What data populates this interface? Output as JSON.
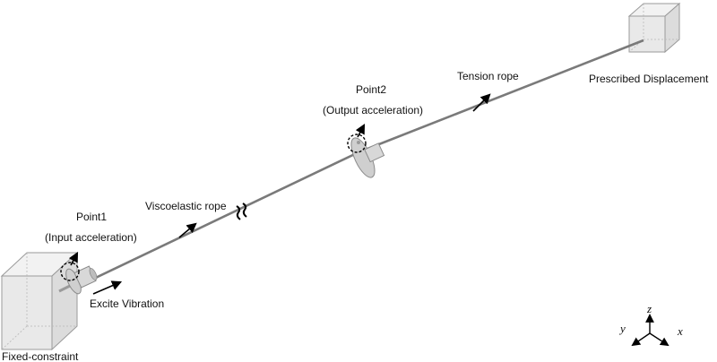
{
  "labels": {
    "point1": "Point1",
    "point1_sub": "(Input acceleration)",
    "point2": "Point2",
    "point2_sub": "(Output acceleration)",
    "viscoelastic": "Viscoelastic rope",
    "tension": "Tension rope",
    "prescribed": "Prescribed Displacement",
    "fixed": "Fixed-constraint",
    "excite": "Excite Vibration"
  },
  "axes": {
    "x": "x",
    "y": "y",
    "z": "z"
  },
  "colors": {
    "box_face": "#e6e6e6",
    "box_edge": "#9a9a9a",
    "rope": "#7a7a7a",
    "disk": "#c8c8c8",
    "disk_edge": "#8a8a8a",
    "arrow": "#000000"
  },
  "icons": {
    "break_mark": "wavy-break-icon",
    "sensor_circle": "dashed-circle-icon"
  }
}
